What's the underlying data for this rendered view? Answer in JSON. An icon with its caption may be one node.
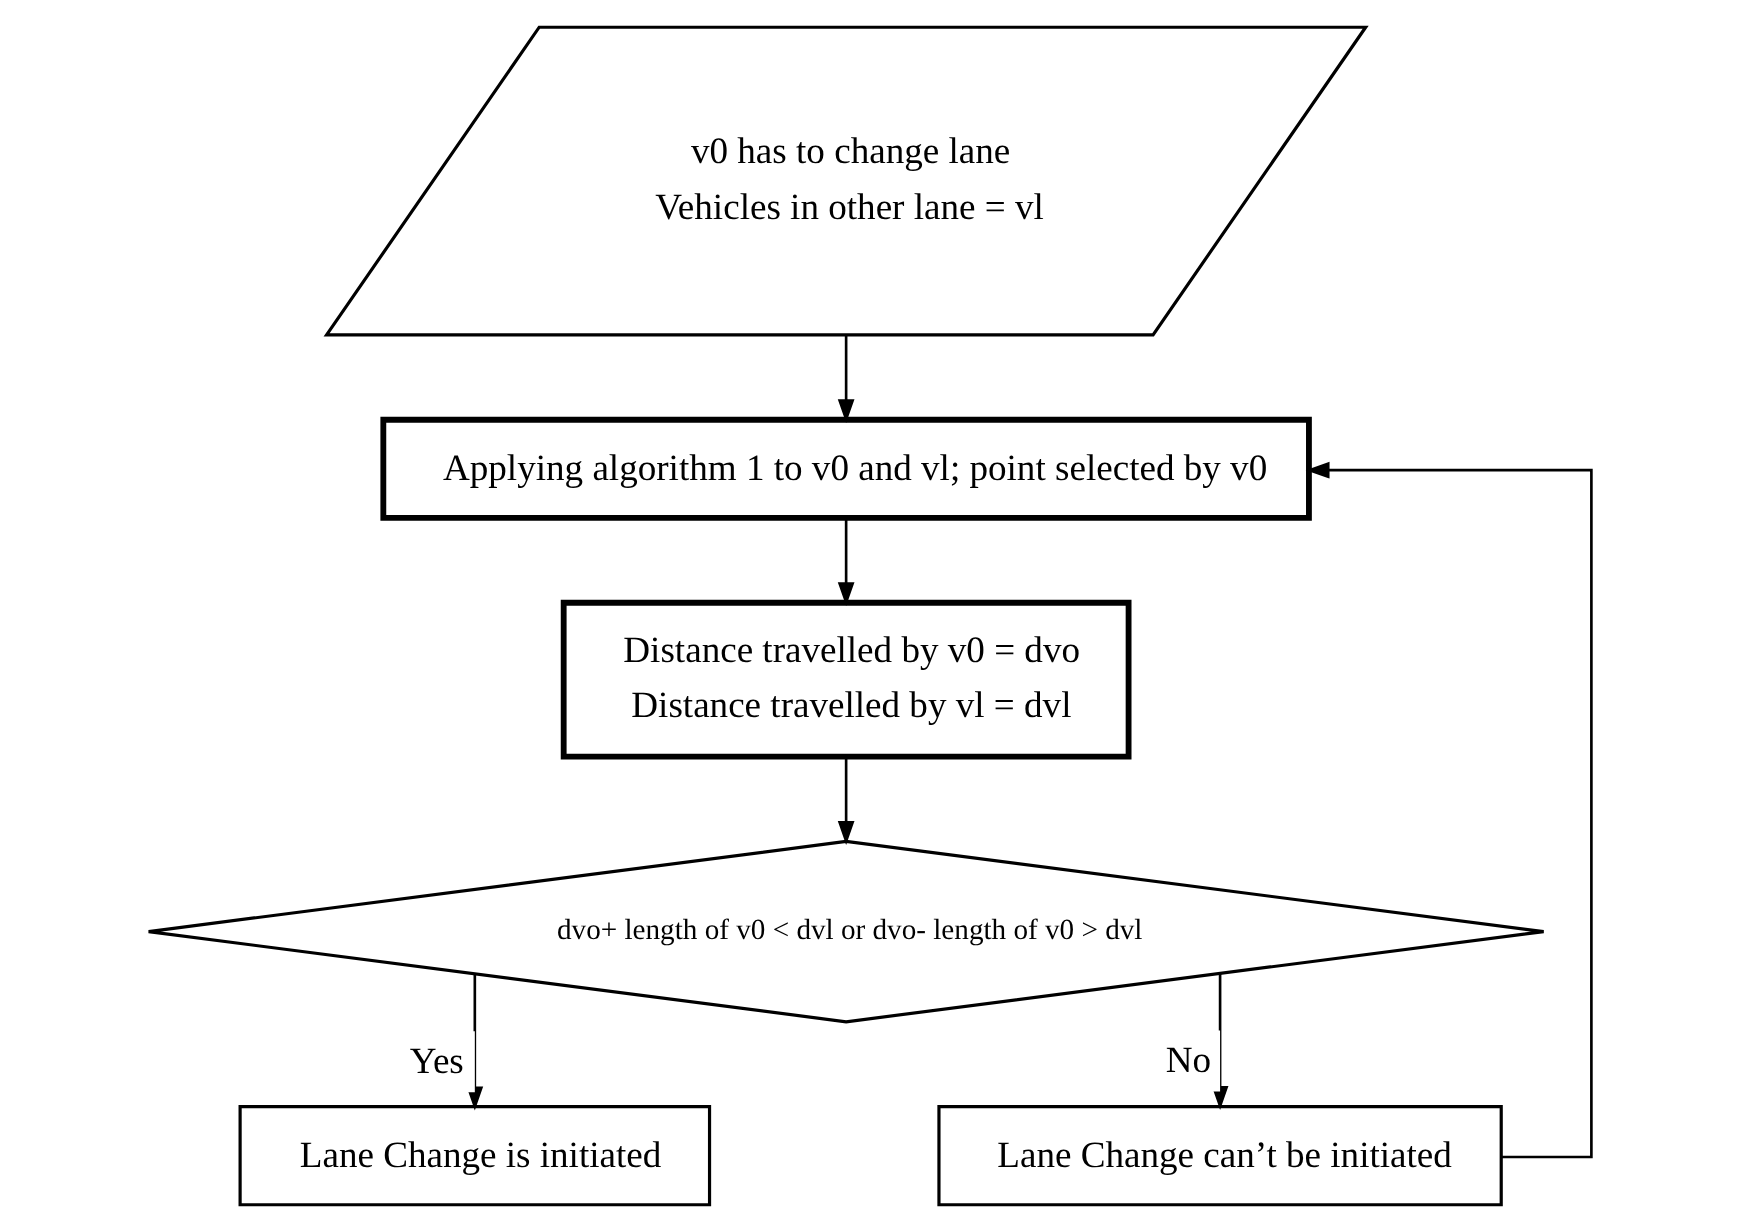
{
  "diagram": {
    "nodes": [
      {
        "text": [
          "v0 has to change lane",
          "Vehicles in other lane = vl"
        ]
      },
      {
        "text": [
          "Applying algorithm 1 to v0 and vl; point selected by v0"
        ]
      },
      {
        "text": [
          "Distance travelled by v0 = dvo",
          "Distance travelled by vl = dvl"
        ]
      },
      {
        "text": [
          "dvo+ length of v0 < dvl or dvo- length of v0 > dvl"
        ]
      },
      {
        "text": [
          "Lane Change is initiated"
        ]
      },
      {
        "text": [
          "Lane Change can’t be initiated"
        ]
      }
    ],
    "edges": [
      {
        "from": 0,
        "to": 1,
        "arrow": "to"
      },
      {
        "from": 1,
        "to": 2,
        "arrow": "to"
      },
      {
        "from": 2,
        "to": 3,
        "arrow": "to"
      },
      {
        "from": 3,
        "to": 4,
        "arrow": "to",
        "label": "Yes"
      },
      {
        "from": 3,
        "to": 5,
        "arrow": "to",
        "label": "No"
      },
      {
        "from": 5,
        "to": 1,
        "arrow": "to"
      }
    ]
  }
}
